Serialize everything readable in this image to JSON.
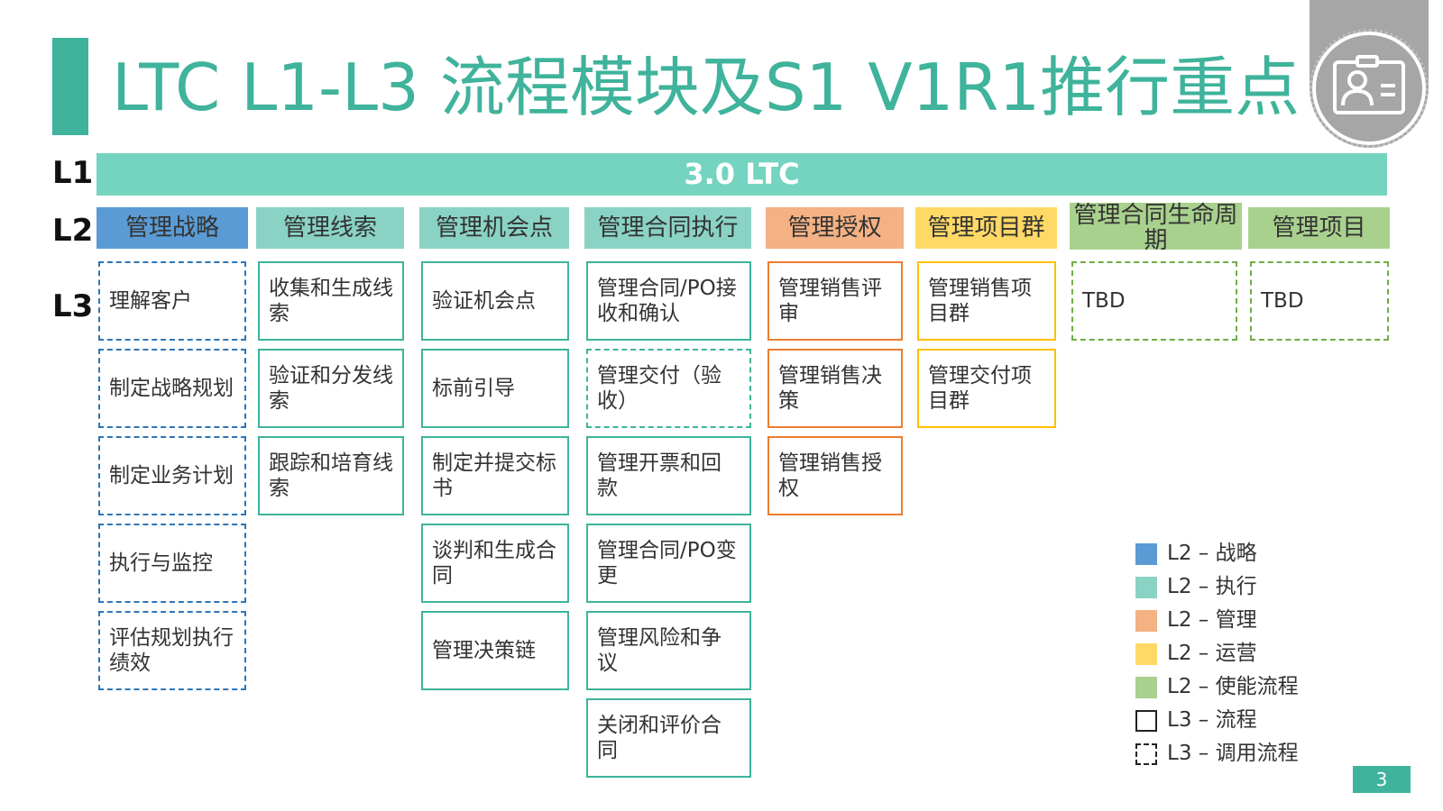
{
  "title": "LTC L1-L3 流程模块及S1 V1R1推行重点",
  "levels": {
    "l1": "L1",
    "l2": "L2",
    "l3": "L3"
  },
  "l1_label": "3.0 LTC",
  "colors": {
    "title_green": "#3fb39b",
    "l1_bar": "#74d4c0",
    "strategy_blue": "#5b9bd5",
    "execution_teal": "#8ad3c4",
    "management_orange": "#f4b183",
    "operation_yellow": "#ffd966",
    "enabling_green": "#a9d18e"
  },
  "columns": [
    {
      "l2": "管理战略",
      "color": "#5b9bd5",
      "items": [
        {
          "text": "理解客户",
          "style": "dashed"
        },
        {
          "text": "制定战略规划",
          "style": "dashed"
        },
        {
          "text": "制定业务计划",
          "style": "dashed"
        },
        {
          "text": "执行与监控",
          "style": "dashed"
        },
        {
          "text": "评估规划执行绩效",
          "style": "dashed"
        }
      ]
    },
    {
      "l2": "管理线索",
      "color": "#8ad3c4",
      "items": [
        {
          "text": "收集和生成线索",
          "style": "solid"
        },
        {
          "text": "验证和分发线索",
          "style": "solid"
        },
        {
          "text": "跟踪和培育线索",
          "style": "solid"
        }
      ]
    },
    {
      "l2": "管理机会点",
      "color": "#8ad3c4",
      "items": [
        {
          "text": "验证机会点",
          "style": "solid"
        },
        {
          "text": "标前引导",
          "style": "solid"
        },
        {
          "text": "制定并提交标书",
          "style": "solid"
        },
        {
          "text": "谈判和生成合同",
          "style": "solid"
        },
        {
          "text": "管理决策链",
          "style": "solid"
        }
      ]
    },
    {
      "l2": "管理合同执行",
      "color": "#8ad3c4",
      "items": [
        {
          "text": "管理合同/PO接收和确认",
          "style": "solid"
        },
        {
          "text": "管理交付（验收）",
          "style": "dashed"
        },
        {
          "text": "管理开票和回款",
          "style": "solid"
        },
        {
          "text": "管理合同/PO变更",
          "style": "solid"
        },
        {
          "text": "管理风险和争议",
          "style": "solid"
        },
        {
          "text": "关闭和评价合同",
          "style": "solid"
        }
      ]
    },
    {
      "l2": "管理授权",
      "color": "#f4b183",
      "items": [
        {
          "text": "管理销售评审",
          "style": "solid"
        },
        {
          "text": "管理销售决策",
          "style": "solid"
        },
        {
          "text": "管理销售授权",
          "style": "solid"
        }
      ]
    },
    {
      "l2": "管理项目群",
      "color": "#ffd966",
      "items": [
        {
          "text": "管理销售项目群",
          "style": "solid"
        },
        {
          "text": "管理交付项目群",
          "style": "solid"
        }
      ]
    },
    {
      "l2": "管理合同生命周期",
      "color": "#a9d18e",
      "items": [
        {
          "text": "TBD",
          "style": "dashed"
        }
      ]
    },
    {
      "l2": "管理项目",
      "color": "#a9d18e",
      "items": [
        {
          "text": "TBD",
          "style": "dashed"
        }
      ]
    }
  ],
  "legend": [
    {
      "label": "L2 – 战略",
      "color": "#5b9bd5",
      "kind": "fill"
    },
    {
      "label": "L2 – 执行",
      "color": "#8ad3c4",
      "kind": "fill"
    },
    {
      "label": "L2 – 管理",
      "color": "#f4b183",
      "kind": "fill"
    },
    {
      "label": "L2 – 运营",
      "color": "#ffd966",
      "kind": "fill"
    },
    {
      "label": "L2 – 使能流程",
      "color": "#a9d18e",
      "kind": "fill"
    },
    {
      "label": "L3 – 流程",
      "color": "#222222",
      "kind": "solid"
    },
    {
      "label": "L3 – 调用流程",
      "color": "#222222",
      "kind": "dashed"
    }
  ],
  "page_number": "3",
  "badge_icon": "id-card-icon"
}
